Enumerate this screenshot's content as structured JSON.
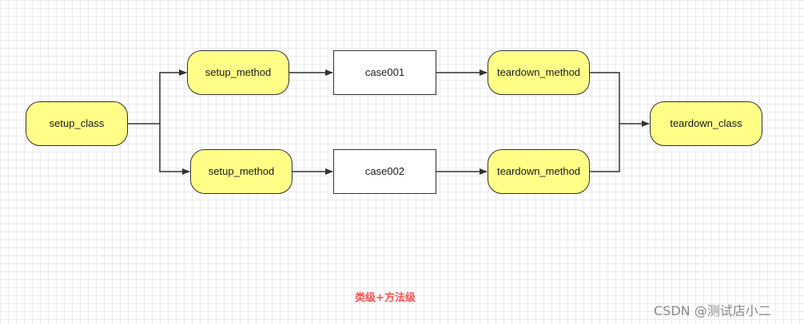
{
  "nodes": {
    "setup_class": "setup_class",
    "setup_method_1": "setup_method",
    "setup_method_2": "setup_method",
    "case001": "case001",
    "case002": "case002",
    "teardown_method_1": "teardown_method",
    "teardown_method_2": "teardown_method",
    "teardown_class": "teardown_class"
  },
  "caption": "类级+方法级",
  "watermark": "CSDN @测试店小二",
  "colors": {
    "pill_fill": "#ffff88",
    "stroke": "#333333",
    "caption": "#ff4d4d"
  }
}
